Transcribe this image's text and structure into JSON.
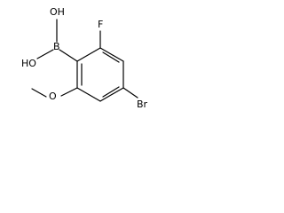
{
  "molecule": {
    "atom_labels": {
      "oh_top": "OH",
      "oh_bottom": "HO",
      "boron": "B",
      "fluorine": "F",
      "bromine": "Br",
      "oxygen": "O"
    }
  },
  "colors": {
    "bond": "#000000",
    "text": "#000000",
    "background": "#ffffff"
  }
}
